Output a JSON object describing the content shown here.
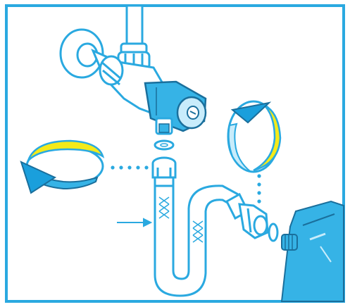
{
  "diagram": {
    "colors": {
      "background": "#ffffff",
      "frame": "#2aa9e0",
      "line": "#2aa9e0",
      "fill_dark": "#36b3e6",
      "fill_light": "#c8ecfb",
      "accent": "#f4ea1a",
      "arrow": "#1a9fdc"
    },
    "parts": [
      "frame",
      "supply-pipe",
      "angle-valve",
      "valve-knob",
      "valve-outlet",
      "washer-top",
      "flex-hose",
      "hose-nut-top",
      "hose-nut-bottom",
      "washer-bottom",
      "appliance-inlet",
      "appliance-tank",
      "rotation-arrow-left",
      "rotation-arrow-right",
      "pointer-arrow",
      "dotted-guide-left",
      "dotted-guide-right"
    ]
  }
}
